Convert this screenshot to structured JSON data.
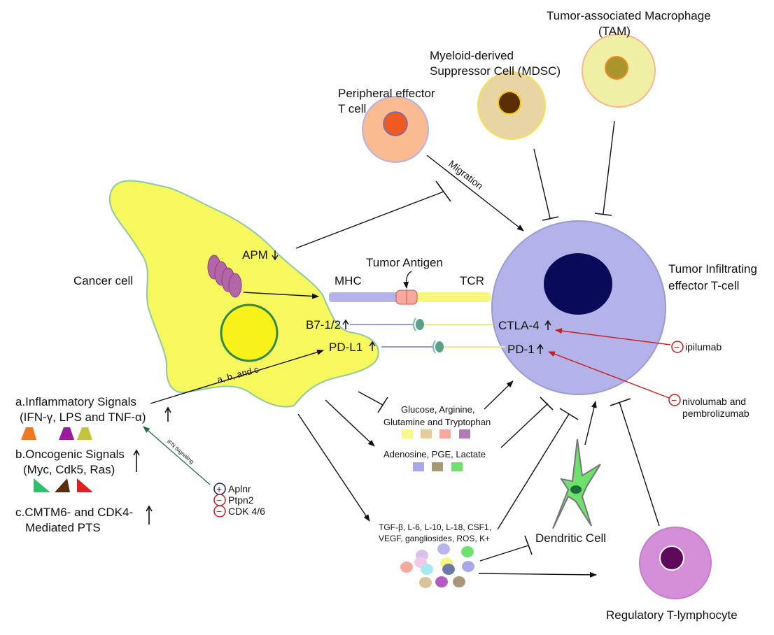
{
  "cells": {
    "tam": {
      "title_line1": "Tumor-associated Macrophage",
      "title_line2": "(TAM)"
    },
    "mdsc": {
      "title_line1": "Myeloid-derived",
      "title_line2": "Suppressor Cell (MDSC)"
    },
    "peripheral": {
      "title_line1": "Peripheral effector",
      "title_line2": "T cell"
    },
    "tumor_t": {
      "title_line1": "Tumor Infiltrating",
      "title_line2": "effector T-cell"
    },
    "cancer": {
      "title": "Cancer cell"
    },
    "dendritic": {
      "title": "Dendritic Cell"
    },
    "treg": {
      "title": "Regulatory T-lymphocyte"
    }
  },
  "labels": {
    "migration": "Migration",
    "apm": "APM",
    "tumor_antigen": "Tumor Antigen",
    "mhc": "MHC",
    "tcr": "TCR",
    "b7": "B7-1/2",
    "pdl1": "PD-L1",
    "ctla4": "CTLA-4",
    "pd1": "PD-1",
    "abc": "a, b, and c",
    "ifn_signaling": "IFN Signaling",
    "glucose_line1": "Glucose, Arginine,",
    "glucose_line2": "Glutamine and Tryptophan",
    "adenosine": "Adenosine, PGE, Lactate",
    "cytokines_line1": "TGF-β, L-6, L-10, L-18, CSF1,",
    "cytokines_line2": "VEGF, gangliosides, ROS, K+"
  },
  "drugs": {
    "ipilumab": "ipilumab",
    "nivolumab_line1": "nivolumab and",
    "nivolumab_line2": "pembrolizumab",
    "minus": "−",
    "plus": "+"
  },
  "genes": {
    "aplnr": "Aplnr",
    "ptpn2": "Ptpn2",
    "cdk46": "CDK 4/6"
  },
  "signals": {
    "a_line1": "a.Inflammatory Signals",
    "a_line2": "(IFN-γ, LPS and TNF-α)",
    "b_line1": "b.Oncogenic Signals",
    "b_line2": "(Myc, Cdk5, Ras)",
    "c_line1": "c.CMTM6- and CDK4-",
    "c_line2": "Mediated PTS"
  },
  "colors": {
    "cancer_fill": "#f7f75e",
    "cancer_stroke": "#8fc9a4",
    "tcell_fill": "#b3b3ea",
    "tcell_stroke": "#9a9ad6",
    "tcell_nucleus": "#0a0a5a",
    "peripheral_fill": "#f9bb8f",
    "peripheral_nucleus": "#ee5a24",
    "mdsc_fill": "#e9d5a3",
    "mdsc_nucleus": "#5a2e00",
    "tam_fill": "#eff0a6",
    "tam_nucleus": "#a8962c",
    "treg_fill": "#d58fd8",
    "treg_nucleus": "#5e0a5a",
    "dendritic_fill": "#6ee06e",
    "inhibit_red": "#cc1a1a",
    "ifn_green": "#1e6e3c"
  }
}
